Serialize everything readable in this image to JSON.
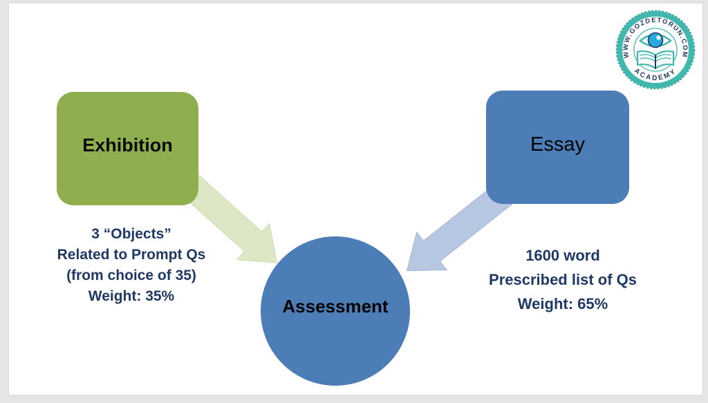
{
  "slide": {
    "exhibition_label": "Exhibition",
    "essay_label": "Essay",
    "assessment_label": "Assessment",
    "exhibition_details": [
      "3 “Objects”",
      "Related to Prompt Qs",
      "(from choice of 35)",
      "Weight: 35%"
    ],
    "essay_details": [
      "1600 word",
      "Prescribed list of Qs",
      "Weight: 65%"
    ]
  },
  "logo": {
    "ring_text": "WWW.GOZDETORUN.COM",
    "banner_text": "ACADEMY"
  },
  "colors": {
    "box_green": "#8FAE4E",
    "box_blue": "#4C7DB7",
    "circle_blue": "#4C7DB7",
    "arrow_green_fill": "#DCE7C6",
    "arrow_green_stroke": "#cdddab",
    "arrow_blue_fill": "#B6C7E2",
    "arrow_blue_stroke": "#a5b9d8",
    "detail_text": "#1F3864",
    "logo_teal": "#41B7AE",
    "logo_navy": "#1F3A5F",
    "logo_iris_blue": "#2AA9DC"
  }
}
